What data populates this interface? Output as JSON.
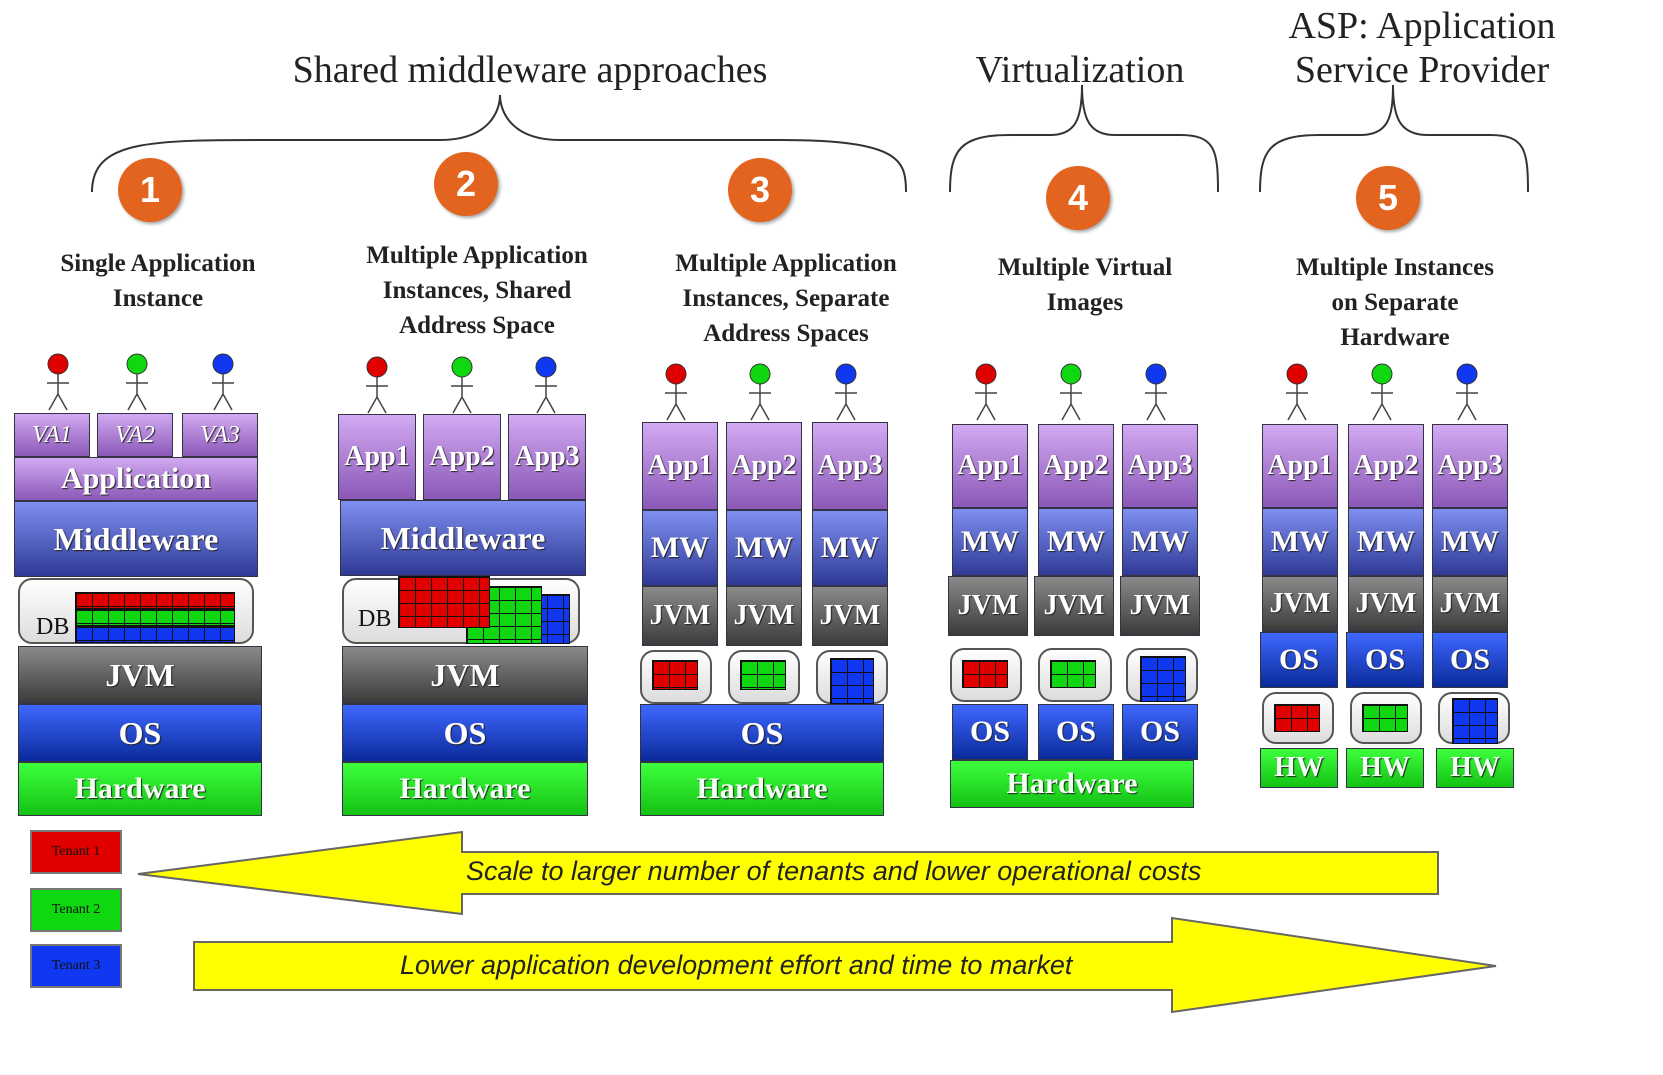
{
  "groups": [
    {
      "title": "Shared middleware approaches"
    },
    {
      "title": "Virtualization"
    },
    {
      "title_line1": "ASP: Application",
      "title_line2": "Service Provider"
    }
  ],
  "approaches": [
    {
      "number": "1",
      "title_lines": [
        "Single Application",
        "Instance"
      ]
    },
    {
      "number": "2",
      "title_lines": [
        "Multiple Application",
        "Instances, Shared",
        "Address Space"
      ]
    },
    {
      "number": "3",
      "title_lines": [
        "Multiple Application",
        "Instances, Separate",
        "Address Spaces"
      ]
    },
    {
      "number": "4",
      "title_lines": [
        "Multiple Virtual",
        "Images"
      ]
    },
    {
      "number": "5",
      "title_lines": [
        "Multiple Instances",
        "on Separate",
        "Hardware"
      ]
    }
  ],
  "labels": {
    "va": [
      "VA1",
      "VA2",
      "VA3"
    ],
    "apps": [
      "App1",
      "App2",
      "App3"
    ],
    "application": "Application",
    "middleware": "Middleware",
    "mw": "MW",
    "jvm": "JVM",
    "os": "OS",
    "hardware": "Hardware",
    "hw": "HW",
    "db": "DB"
  },
  "tenant_colors": [
    "#e00000",
    "#10d810",
    "#1038f0"
  ],
  "legend": [
    {
      "label": "Tenant 1",
      "color": "#e00000"
    },
    {
      "label": "Tenant 2",
      "color": "#10d810"
    },
    {
      "label": "Tenant 3",
      "color": "#1038f0"
    }
  ],
  "arrows": {
    "left_text": "Scale to larger number of tenants and lower operational costs",
    "right_text": "Lower application development effort and time to market",
    "color": "#ffff00"
  }
}
